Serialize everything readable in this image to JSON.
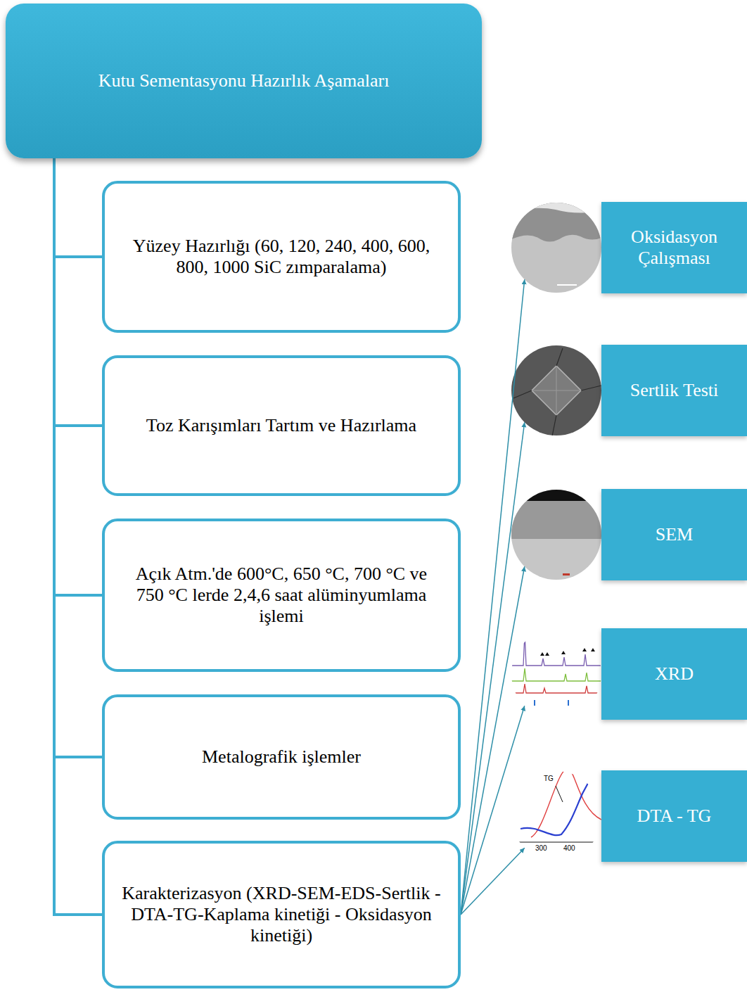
{
  "diagram": {
    "nodes": [
      {
        "text": [
          "Kutu Sementasyonu Hazırlık Aşamaları"
        ]
      },
      {
        "text": [
          "Yüzey Hazırlığı (60, 120, 240, 400, 600, 800, 1000 SiC zımparalama)"
        ]
      },
      {
        "text": [
          "Toz Karışımları Tartım ve Hazırlama"
        ]
      },
      {
        "text": [
          "Açık Atm.'de 600°C, 650 °C, 700 °C ve 750 °C lerde 2,4,6 saat alüminyumlama işlemi"
        ]
      },
      {
        "text": [
          "Metalografik işlemler"
        ]
      },
      {
        "text": [
          "Karakterizasyon (XRD-SEM-EDS-Sertlik - DTA-TG-Kaplama kinetiği - Oksidasyon kinetiği)"
        ]
      },
      {
        "text": [
          "Oksidasyon Çalışması"
        ]
      },
      {
        "text": [
          "Sertlik Testi"
        ]
      },
      {
        "text": [
          "SEM"
        ]
      },
      {
        "text": [
          "XRD"
        ]
      },
      {
        "text": [
          "DTA - TG"
        ]
      }
    ],
    "edges": [
      {
        "from": 0,
        "to": 1,
        "arrow": "none"
      },
      {
        "from": 0,
        "to": 2,
        "arrow": "none"
      },
      {
        "from": 0,
        "to": 3,
        "arrow": "none"
      },
      {
        "from": 0,
        "to": 4,
        "arrow": "none"
      },
      {
        "from": 0,
        "to": 5,
        "arrow": "none"
      },
      {
        "from": 5,
        "to": 6,
        "arrow": "to"
      },
      {
        "from": 5,
        "to": 7,
        "arrow": "to"
      },
      {
        "from": 5,
        "to": 8,
        "arrow": "to"
      },
      {
        "from": 5,
        "to": 9,
        "arrow": "to"
      },
      {
        "from": 5,
        "to": 10,
        "arrow": "to"
      }
    ],
    "labels": [
      "TG",
      "300",
      "400"
    ]
  }
}
